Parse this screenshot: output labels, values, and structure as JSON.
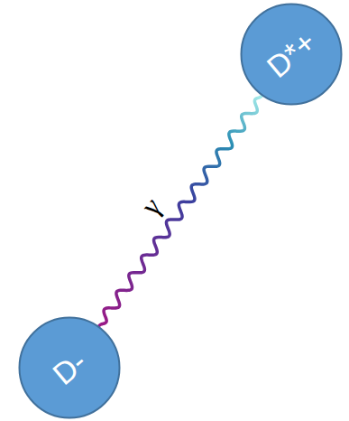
{
  "diagram": {
    "nodes": [
      {
        "text": [
          "D*+"
        ]
      },
      {
        "text": [
          "D-"
        ]
      }
    ],
    "edges": [
      {
        "from": 1,
        "to": 0,
        "arrow": "none",
        "label": "γ"
      }
    ]
  }
}
